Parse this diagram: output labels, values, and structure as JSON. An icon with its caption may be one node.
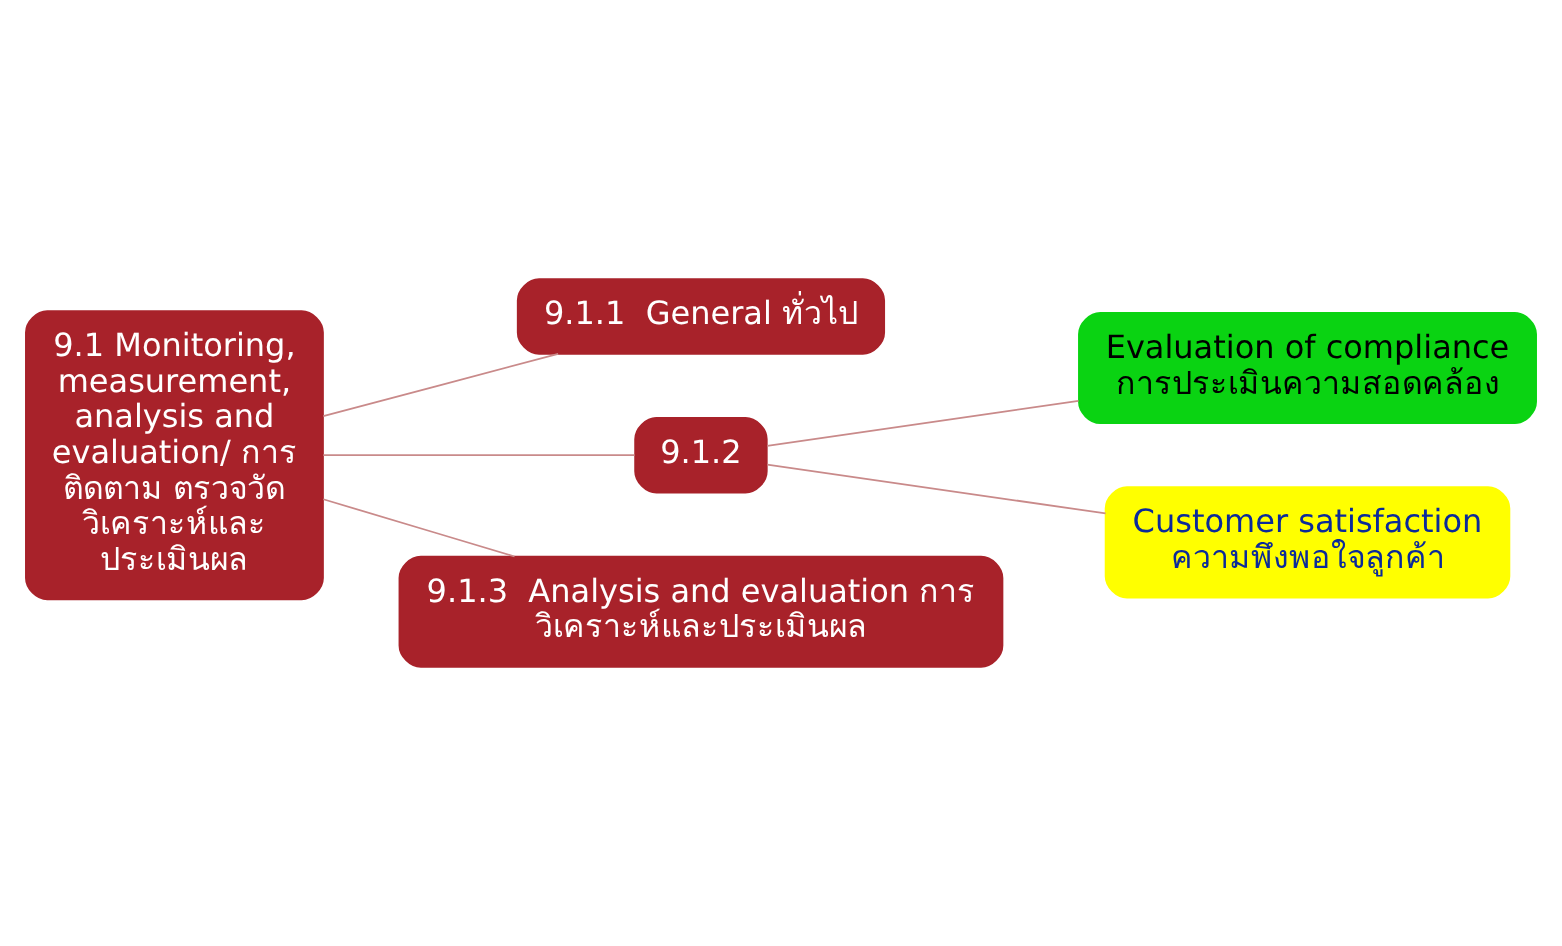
{
  "diagram": {
    "nodes": [
      {
        "text": [
          "9.1 Monitoring, measurement, analysis and evaluation/ การ ติดตาม ตรวจวัด วิเคราะห์และ ประเมินผล"
        ]
      },
      {
        "text": [
          "9.1.1  General ทั่วไป"
        ]
      },
      {
        "text": [
          "9.1.2"
        ]
      },
      {
        "text": [
          "Evaluation of compliance การประเมินความสอดคล้อง"
        ]
      },
      {
        "text": [
          "Customer satisfaction ความพึงพอใจลูกค้า"
        ]
      },
      {
        "text": [
          "9.1.3  Analysis and evaluation การ วิเคราะห์และประเมินผล"
        ]
      }
    ],
    "edges": [
      {
        "from": 0,
        "to": 1,
        "arrow": "none"
      },
      {
        "from": 0,
        "to": 2,
        "arrow": "none"
      },
      {
        "from": 0,
        "to": 5,
        "arrow": "none"
      },
      {
        "from": 2,
        "to": 3,
        "arrow": "none"
      },
      {
        "from": 2,
        "to": 4,
        "arrow": "none"
      }
    ]
  }
}
